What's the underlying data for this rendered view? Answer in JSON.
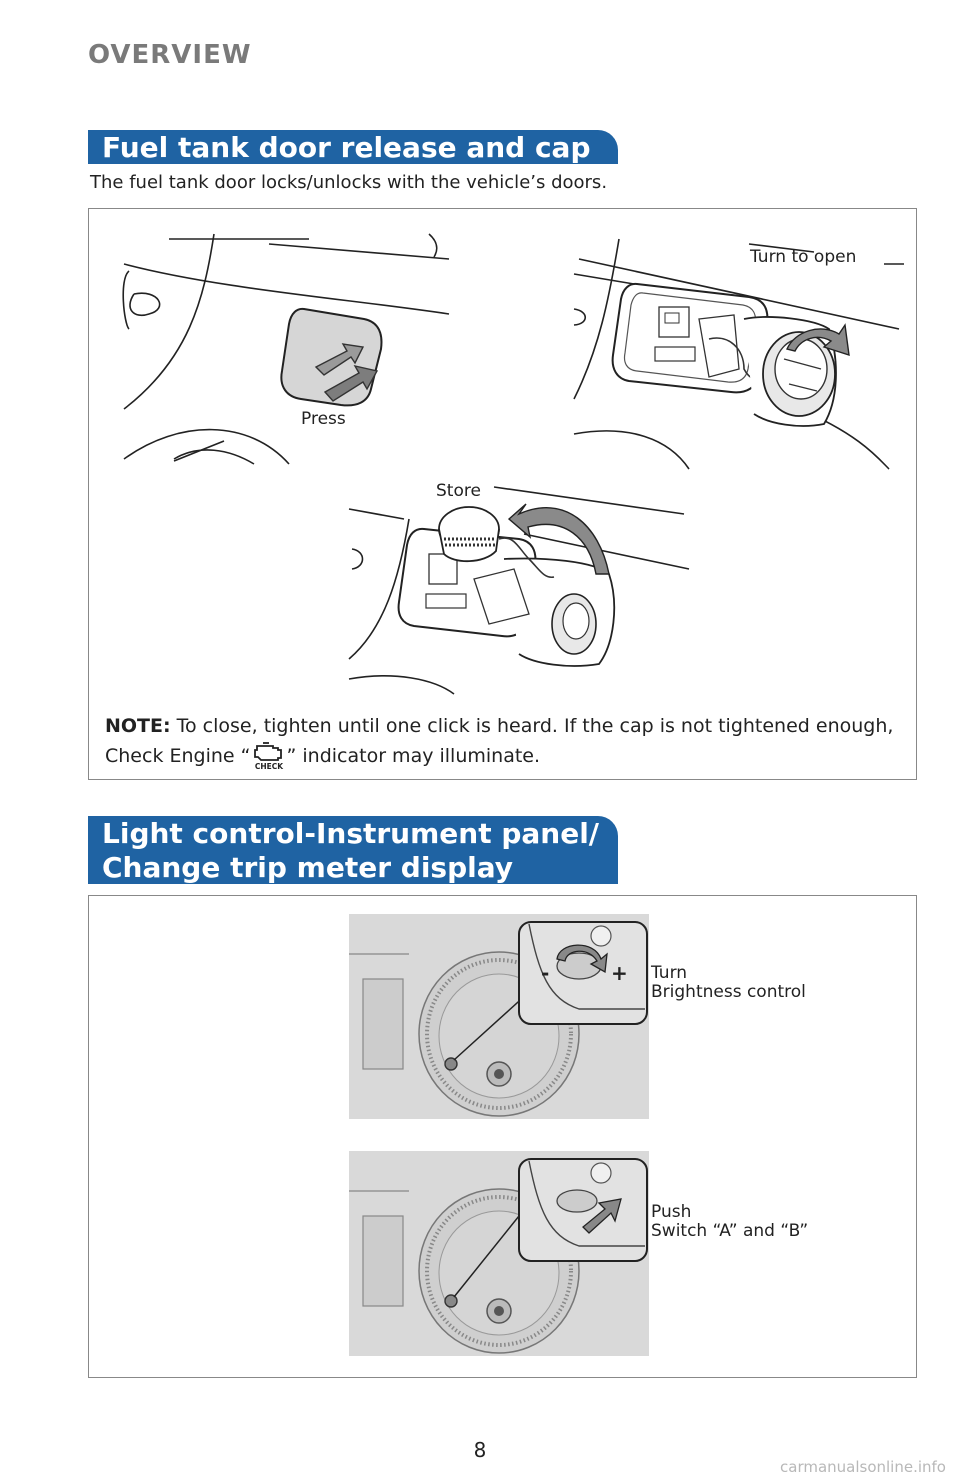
{
  "header": {
    "section": "OVERVIEW"
  },
  "fuel": {
    "title": "Fuel tank door release and cap",
    "intro": "The fuel tank door locks/unlocks with the vehicle’s doors.",
    "labels": {
      "press": "Press",
      "turn_to_open": "Turn to open",
      "store": "Store"
    },
    "note_label": "NOTE:",
    "note_before": " To close, tighten until one click is heard. If the cap is not tightened enough, Check Engine “",
    "note_icon": "check-engine-icon",
    "note_icon_text": "CHECK",
    "note_after": "” indicator may illuminate."
  },
  "light": {
    "title_line1": "Light control-Instrument panel/",
    "title_line2": "Change trip meter display",
    "turn_label": "Turn",
    "turn_desc": "Brightness control",
    "minus": "-",
    "plus": "+",
    "push_label": "Push",
    "push_desc": "Switch “A” and “B”"
  },
  "footer": {
    "page_number": "8",
    "watermark": "carmanualsonline.info"
  },
  "colors": {
    "tab_blue": "#1f63a3",
    "header_gray": "#7a7a7a",
    "arrow_gray": "#8a8a8a",
    "panel_gray": "#d9d9d9"
  }
}
